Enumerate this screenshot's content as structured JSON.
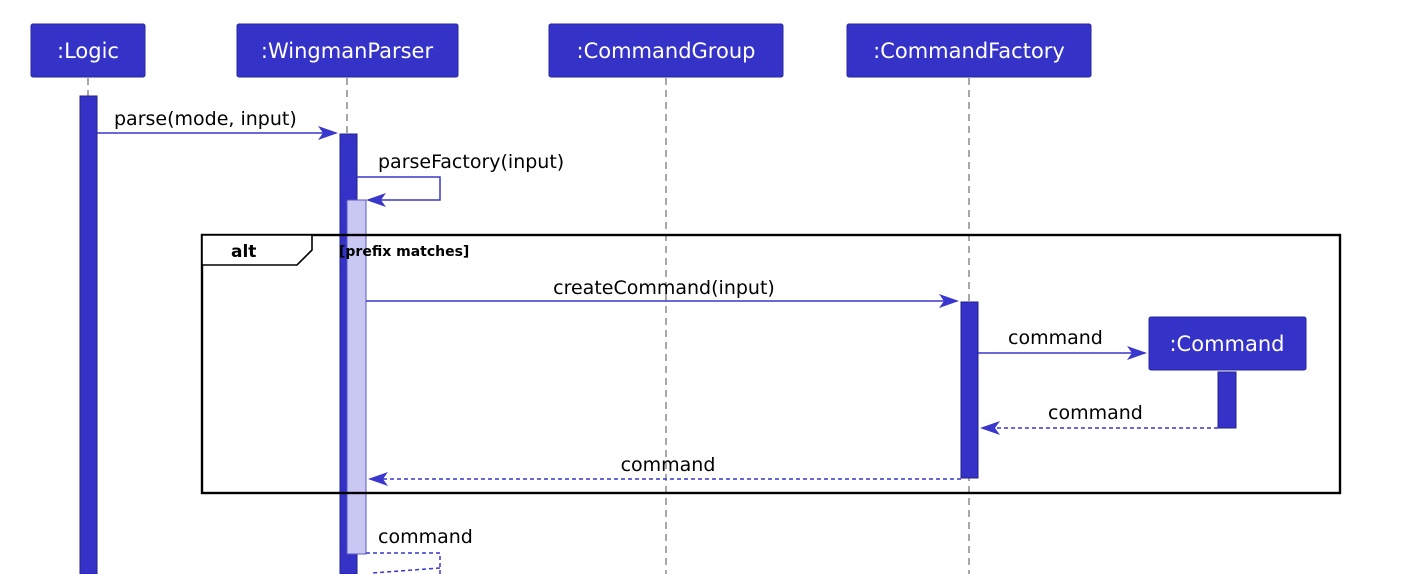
{
  "participants": {
    "logic": ":Logic",
    "parser": ":WingmanParser",
    "group": ":CommandGroup",
    "factory": ":CommandFactory",
    "command": ":Command"
  },
  "messages": {
    "parse": "parse(mode, input)",
    "parse_factory": "parseFactory(input)",
    "create_command": "createCommand(input)",
    "create": "command",
    "return_from_command": "command",
    "return_from_factory": "command",
    "return_self": "command"
  },
  "fragment": {
    "keyword": "alt",
    "guard": "[prefix matches]"
  },
  "colors": {
    "participant_fill": "#3532c8",
    "activation_light": "#c9c8f3",
    "arrow": "#3a37cc"
  }
}
